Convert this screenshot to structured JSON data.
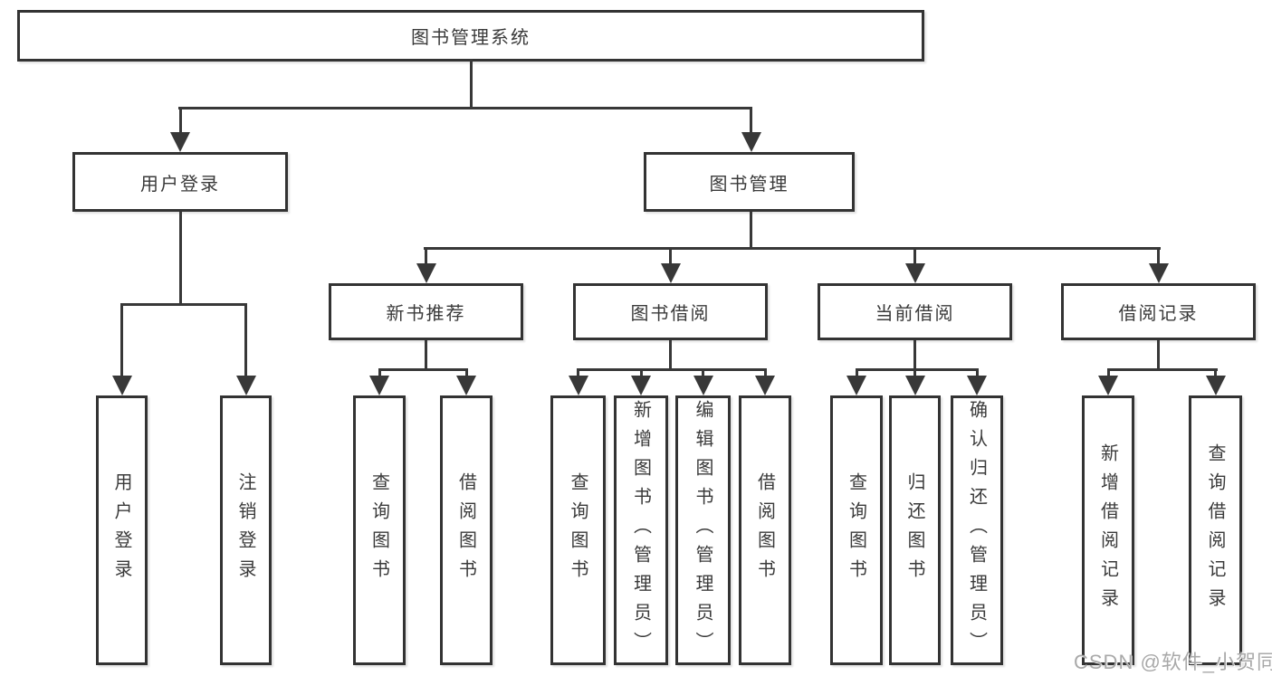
{
  "tree": {
    "label": "图书管理系统",
    "children": [
      {
        "label": "用户登录",
        "children": [
          {
            "label": "用户登录"
          },
          {
            "label": "注销登录"
          }
        ]
      },
      {
        "label": "图书管理",
        "children": [
          {
            "label": "新书推荐",
            "children": [
              {
                "label": "查询图书"
              },
              {
                "label": "借阅图书"
              }
            ]
          },
          {
            "label": "图书借阅",
            "children": [
              {
                "label": "查询图书"
              },
              {
                "label": "新增图书（管理员）"
              },
              {
                "label": "编辑图书（管理员）"
              },
              {
                "label": "借阅图书"
              }
            ]
          },
          {
            "label": "当前借阅",
            "children": [
              {
                "label": "查询图书"
              },
              {
                "label": "归还图书"
              },
              {
                "label": "确认归还（管理员）"
              }
            ]
          },
          {
            "label": "借阅记录",
            "children": [
              {
                "label": "新增借阅记录"
              },
              {
                "label": "查询借阅记录"
              }
            ]
          }
        ]
      }
    ]
  },
  "watermark": {
    "text": "CSDN @软件_小贺同学"
  },
  "colors": {
    "line": "#383838",
    "box_border": "#333333",
    "box_fill": "#ffffff",
    "text": "#3a3a3a",
    "background": "#ffffff",
    "watermark": "#a9a9a9"
  }
}
